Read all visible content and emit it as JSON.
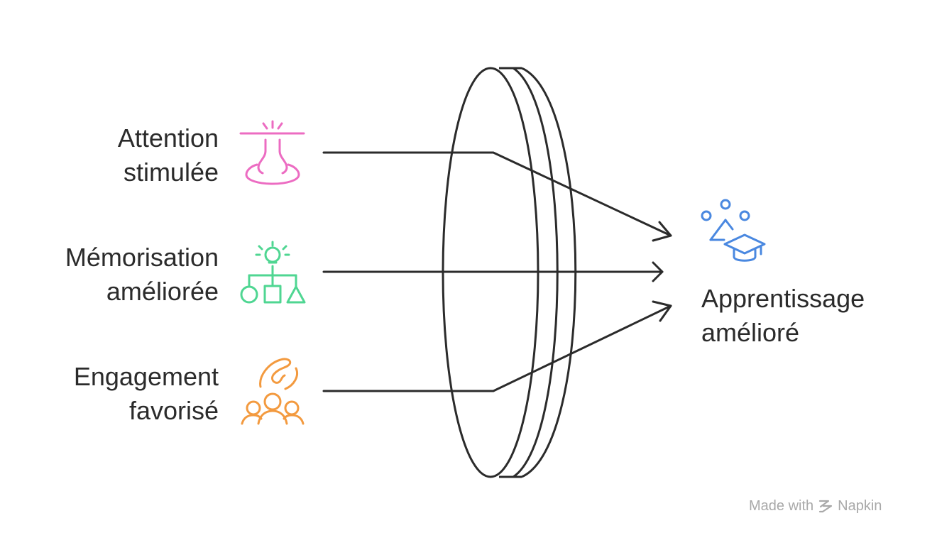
{
  "inputs": [
    {
      "id": "attention",
      "lines": [
        "Attention",
        "stimulée"
      ],
      "color": "#ec6cc2",
      "icon": "spotlight-pedestal-icon"
    },
    {
      "id": "memorisation",
      "lines": [
        "Mémorisation",
        "améliorée"
      ],
      "color": "#4fd692",
      "icon": "lightbulb-shapes-icon"
    },
    {
      "id": "engagement",
      "lines": [
        "Engagement",
        "favorisé"
      ],
      "color": "#f39a3f",
      "icon": "hand-group-icon"
    }
  ],
  "output": {
    "lines": [
      "Apprentissage",
      "amélioré"
    ],
    "color": "#4a88e0",
    "icon": "graduation-cap-shapes-icon"
  },
  "lens": {
    "icon": "lens-icon",
    "stroke": "#2b2b2b"
  },
  "watermark": {
    "text_before": "Made with",
    "brand": "Napkin",
    "color": "#a9a9a9"
  }
}
